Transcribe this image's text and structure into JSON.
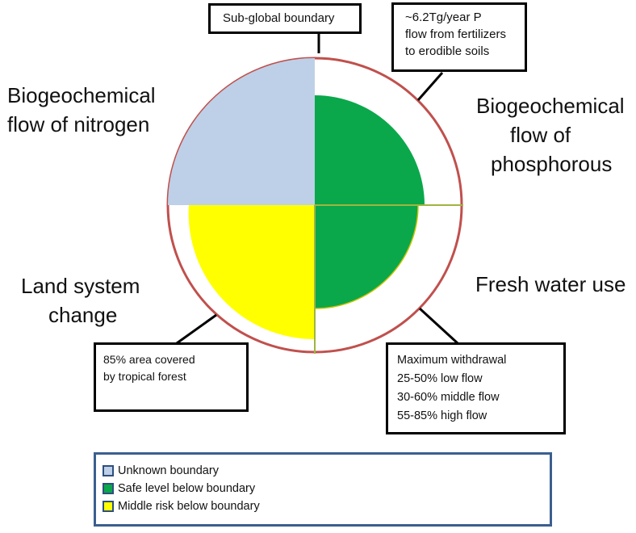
{
  "quadrants": {
    "nitrogen": {
      "title_lines": [
        "Biogeochemical",
        "flow of  nitrogen"
      ],
      "status": "unknown"
    },
    "phosphorous": {
      "title_lines": [
        "Biogeochemical",
        "flow of",
        "phosphorous"
      ],
      "status": "safe"
    },
    "land": {
      "title_lines": [
        "Land system",
        "change"
      ],
      "status": "middle"
    },
    "water": {
      "title_lines": [
        "Fresh water use"
      ],
      "status": "safe"
    }
  },
  "callouts": {
    "boundary": {
      "lines": [
        "Sub-global boundary"
      ]
    },
    "phosphorous": {
      "lines": [
        "~6.2Tg/year P",
        "flow from fertilizers",
        "to erodible soils"
      ]
    },
    "land": {
      "lines": [
        "85% area covered",
        "by tropical forest"
      ]
    },
    "water": {
      "lines": [
        "Maximum  withdrawal",
        "25-50% low flow",
        "30-60% middle flow",
        "55-85% high flow"
      ]
    }
  },
  "legend": {
    "items": [
      {
        "label": "Unknown boundary",
        "color": "#bdd0e7"
      },
      {
        "label": "Safe level below boundary",
        "color": "#0aa84b"
      },
      {
        "label": "Middle risk below boundary",
        "color": "#ffff00"
      }
    ]
  },
  "colors": {
    "boundary_ring": "#c0504d",
    "unknown": "#bdd0e7",
    "safe": "#0aa84b",
    "middle": "#ffff00",
    "legend_border": "#3b5f8f"
  }
}
